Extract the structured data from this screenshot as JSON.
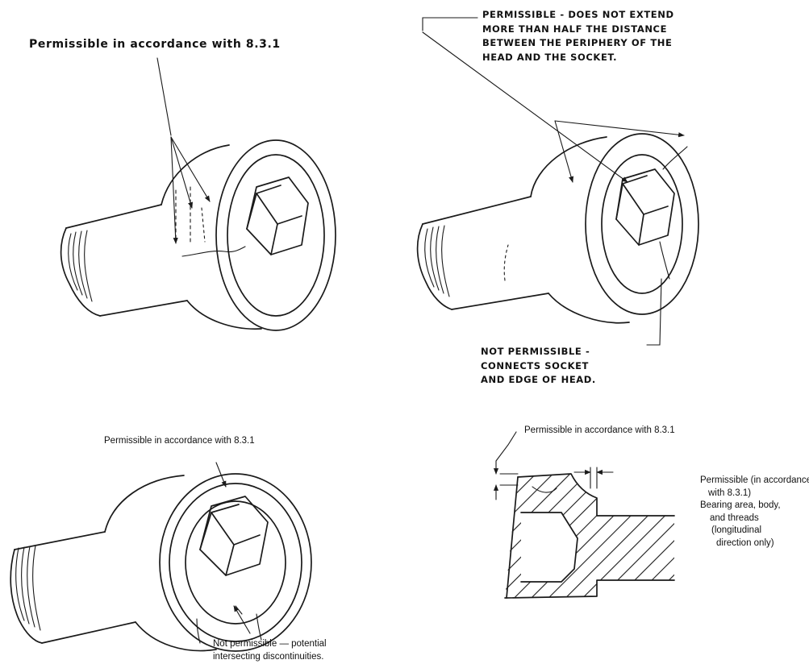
{
  "figure_1": {
    "callout": "Permissible in accordance with 8.3.1"
  },
  "figure_2": {
    "callout_top": [
      "PERMISSIBLE - DOES NOT EXTEND",
      "MORE THAN HALF THE DISTANCE",
      "BETWEEN THE PERIPHERY OF THE",
      "HEAD AND THE SOCKET."
    ],
    "callout_bottom": [
      "NOT PERMISSIBLE -",
      "CONNECTS SOCKET",
      "AND EDGE OF HEAD."
    ]
  },
  "figure_3": {
    "callout_top": "Permissible in accordance with 8.3.1",
    "callout_bottom": [
      "Not permissible — potential",
      "intersecting discontinuities."
    ]
  },
  "figure_4": {
    "callout_top": "Permissible in accordance with 8.3.1",
    "callout_right": [
      "Permissible (in accordance",
      "with 8.3.1)",
      "Bearing area, body,",
      "and threads",
      "(longitudinal",
      "direction only)"
    ]
  }
}
